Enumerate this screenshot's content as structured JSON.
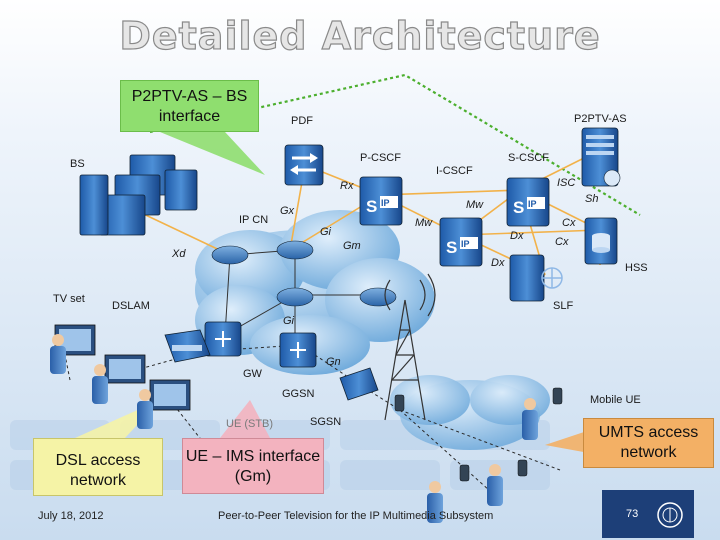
{
  "title": "Detailed Architecture",
  "callouts": {
    "bs_interface": "P2PTV-AS – BS interface",
    "dsl_access": "DSL access network",
    "ue_ims": "UE – IMS interface (Gm)",
    "umts_access": "UMTS access network"
  },
  "nodes": {
    "pdf": "PDF",
    "p2ptv_as": "P2PTV-AS",
    "bs": "BS",
    "p_cscf": "P-CSCF",
    "i_cscf": "I-CSCF",
    "s_cscf": "S-CSCF",
    "ip_cn": "IP CN",
    "hss": "HSS",
    "slf": "SLF",
    "tv_set": "TV set",
    "dslam": "DSLAM",
    "gw": "GW",
    "ggsn": "GGSN",
    "sgsn": "SGSN",
    "mobile_ue": "Mobile UE",
    "ue_stb": "UE (STB)"
  },
  "interfaces": {
    "rx": "Rx",
    "gx": "Gx",
    "gi_1": "Gi",
    "gm": "Gm",
    "mw_1": "Mw",
    "mw_2": "Mw",
    "dx_1": "Dx",
    "dx_2": "Dx",
    "cx_1": "Cx",
    "cx_2": "Cx",
    "isc": "ISC",
    "sh": "Sh",
    "xd": "Xd",
    "gi_2": "Gi",
    "gn": "Gn"
  },
  "footer": {
    "date": "July 18, 2012",
    "caption": "Peer-to-Peer Television for the IP Multimedia Subsystem",
    "page": "73"
  },
  "colors": {
    "background": "#dce8f5",
    "cloud": "#8fc1ea",
    "link_orange": "#f2b24a",
    "link_green_dotted": "#4caf2e",
    "page_box": "#1d3f78"
  }
}
